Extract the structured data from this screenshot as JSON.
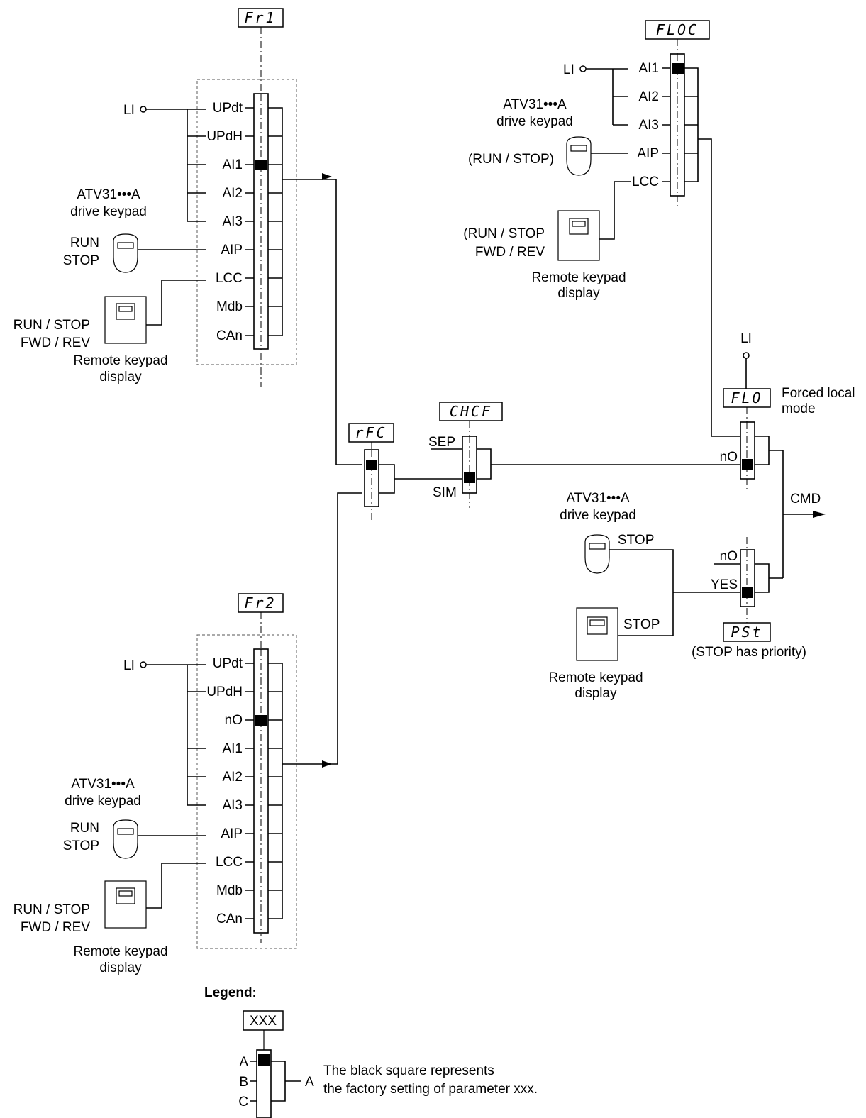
{
  "params": {
    "fr1": "Fr1",
    "fr2": "Fr2",
    "floc": "FLOC",
    "rfc": "rFC",
    "chcf": "CHCF",
    "flo": "FLO",
    "pst": "PSt",
    "legend_box": "XXX"
  },
  "fr1_block": {
    "li": "LI",
    "options": [
      "UPdt",
      "UPdH",
      "AI1",
      "AI2",
      "AI3",
      "AIP",
      "LCC",
      "Mdb",
      "CAn"
    ],
    "keypad_line1": "ATV31•••A",
    "keypad_line2": "drive keypad",
    "run": "RUN",
    "stop": "STOP",
    "remote_line1": "RUN / STOP",
    "remote_line2": "FWD / REV",
    "remote_caption1": "Remote keypad",
    "remote_caption2": "display"
  },
  "fr2_block": {
    "li": "LI",
    "options": [
      "UPdt",
      "UPdH",
      "nO",
      "AI1",
      "AI2",
      "AI3",
      "AIP",
      "LCC",
      "Mdb",
      "CAn"
    ],
    "keypad_line1": "ATV31•••A",
    "keypad_line2": "drive keypad",
    "run": "RUN",
    "stop": "STOP",
    "remote_line1": "RUN / STOP",
    "remote_line2": "FWD / REV",
    "remote_caption1": "Remote keypad",
    "remote_caption2": "display"
  },
  "floc_block": {
    "li": "LI",
    "options": [
      "AI1",
      "AI2",
      "AI3",
      "AIP",
      "LCC"
    ],
    "keypad_line1": "ATV31•••A",
    "keypad_line2": "drive keypad",
    "keypad_run_stop": "(RUN / STOP)",
    "remote_line1": "(RUN / STOP",
    "remote_line2": "FWD / REV",
    "remote_caption1": "Remote keypad",
    "remote_caption2": "display"
  },
  "chcf_block": {
    "sep": "SEP",
    "sim": "SIM"
  },
  "flo_block": {
    "li": "LI",
    "no": "nO",
    "caption1": "Forced local",
    "caption2": "mode"
  },
  "pst_block": {
    "keypad_line1": "ATV31•••A",
    "keypad_line2": "drive keypad",
    "stop1": "STOP",
    "stop2": "STOP",
    "no": "nO",
    "yes": "YES",
    "remote_caption1": "Remote keypad",
    "remote_caption2": "display",
    "priority": "(STOP has priority)"
  },
  "output": {
    "cmd": "CMD"
  },
  "legend": {
    "title": "Legend:",
    "a": "A",
    "b": "B",
    "c": "C",
    "out": "A",
    "desc1": "The black square represents",
    "desc2": "the factory setting of parameter xxx."
  }
}
